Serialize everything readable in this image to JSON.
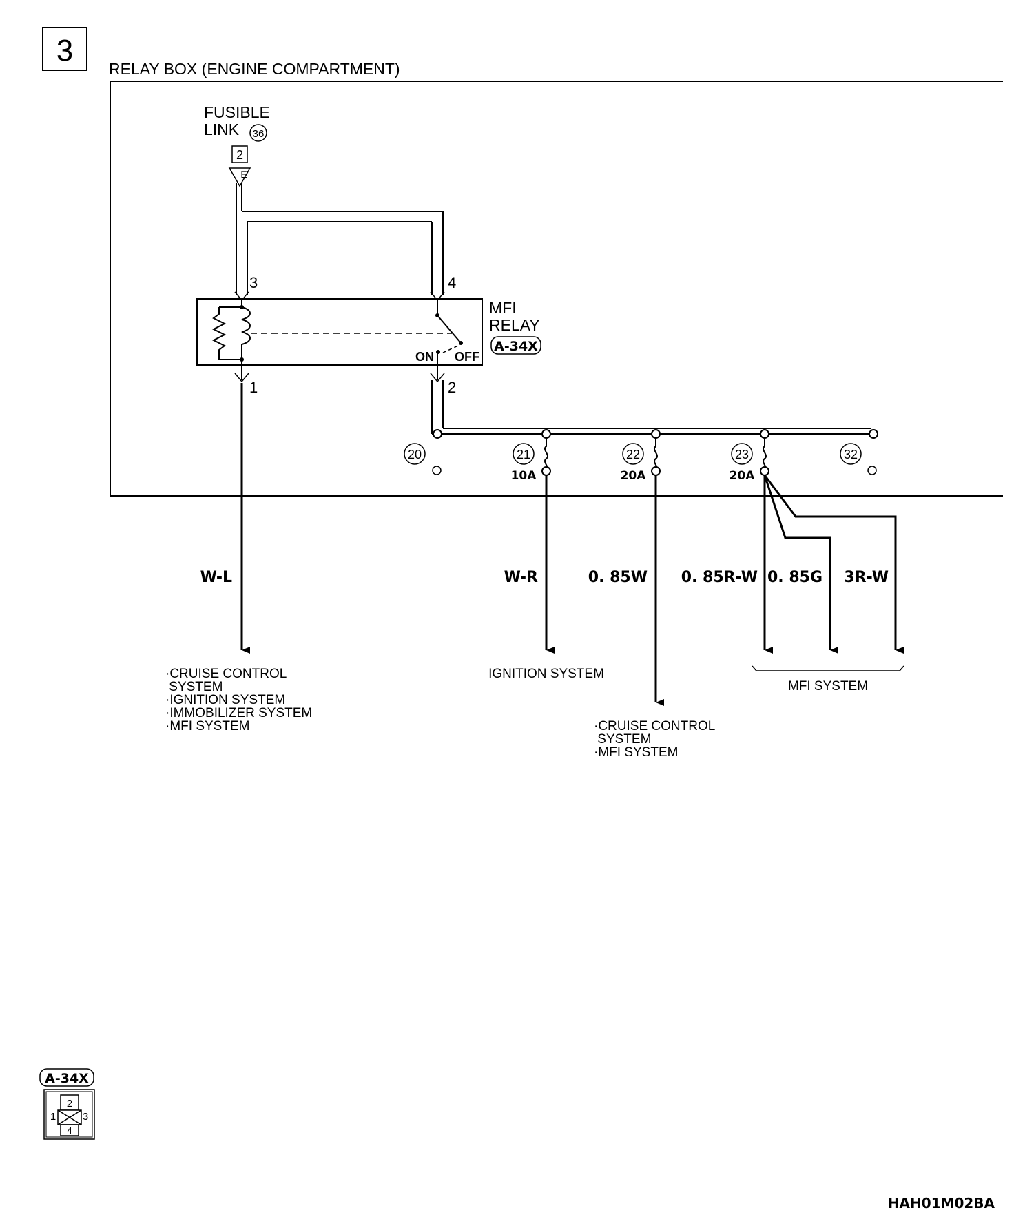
{
  "page_number": "3",
  "relay_box_label": "RELAY BOX (ENGINE COMPARTMENT)",
  "fusible_link": {
    "line1": "FUSIBLE",
    "line2": "LINK",
    "number": "36",
    "connector": "2",
    "terminal": "E"
  },
  "relay": {
    "line1": "MFI",
    "line2": "RELAY",
    "connector": "A-34X",
    "pin_top_left": "3",
    "pin_top_right": "4",
    "pin_bottom_left": "1",
    "pin_bottom_right": "2",
    "on_label": "ON",
    "off_label": "OFF"
  },
  "fuses": [
    {
      "number": "20",
      "rating": ""
    },
    {
      "number": "21",
      "rating": "10A"
    },
    {
      "number": "22",
      "rating": "20A"
    },
    {
      "number": "23",
      "rating": "20A"
    },
    {
      "number": "32",
      "rating": ""
    }
  ],
  "wires": [
    "W-L",
    "W-R",
    "0. 85W",
    "0. 85R-W",
    "0. 85G",
    "3R-W"
  ],
  "destinations": {
    "wl": [
      "·CRUISE CONTROL",
      " SYSTEM",
      "·IGNITION SYSTEM",
      "·IMMOBILIZER SYSTEM",
      "·MFI SYSTEM"
    ],
    "wr": "IGNITION SYSTEM",
    "w085": [
      "·CRUISE CONTROL",
      " SYSTEM",
      "·MFI SYSTEM"
    ],
    "mfi": "MFI SYSTEM"
  },
  "connector_view": {
    "label": "A-34X",
    "pins": [
      "1",
      "2",
      "3",
      "4"
    ]
  },
  "figure_code": "HAH01M02BA"
}
